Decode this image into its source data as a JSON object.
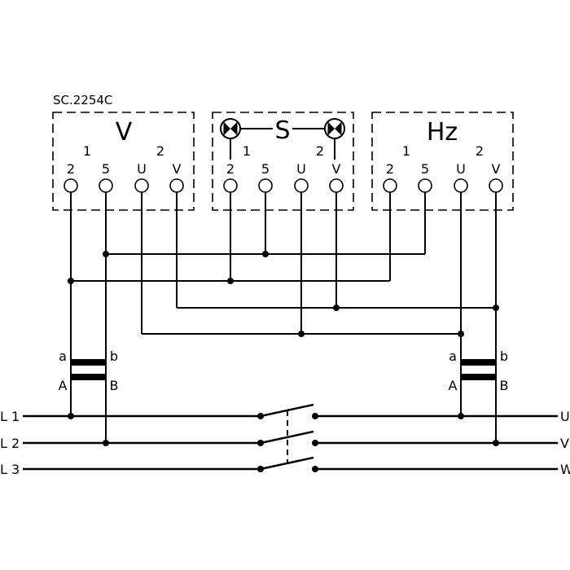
{
  "title": "SC.2254C",
  "instruments": [
    {
      "symbol": "V",
      "left_group": "1",
      "right_group": "2",
      "terminals": [
        "2",
        "5",
        "U",
        "V"
      ]
    },
    {
      "symbol": "S",
      "left_group": "1",
      "right_group": "2",
      "terminals": [
        "2",
        "5",
        "U",
        "V"
      ]
    },
    {
      "symbol": "Hz",
      "left_group": "1",
      "right_group": "2",
      "terminals": [
        "2",
        "5",
        "U",
        "V"
      ]
    }
  ],
  "transformers": [
    {
      "secondary": [
        "a",
        "b"
      ],
      "primary": [
        "A",
        "B"
      ]
    },
    {
      "secondary": [
        "a",
        "b"
      ],
      "primary": [
        "A",
        "B"
      ]
    }
  ],
  "lines_left": [
    "L 1",
    "L 2",
    "L 3"
  ],
  "lines_right": [
    "U",
    "V",
    "W"
  ],
  "icons": {
    "lamp": "synchronizing-lamp-icon",
    "switch": "three-pole-switch-icon"
  }
}
